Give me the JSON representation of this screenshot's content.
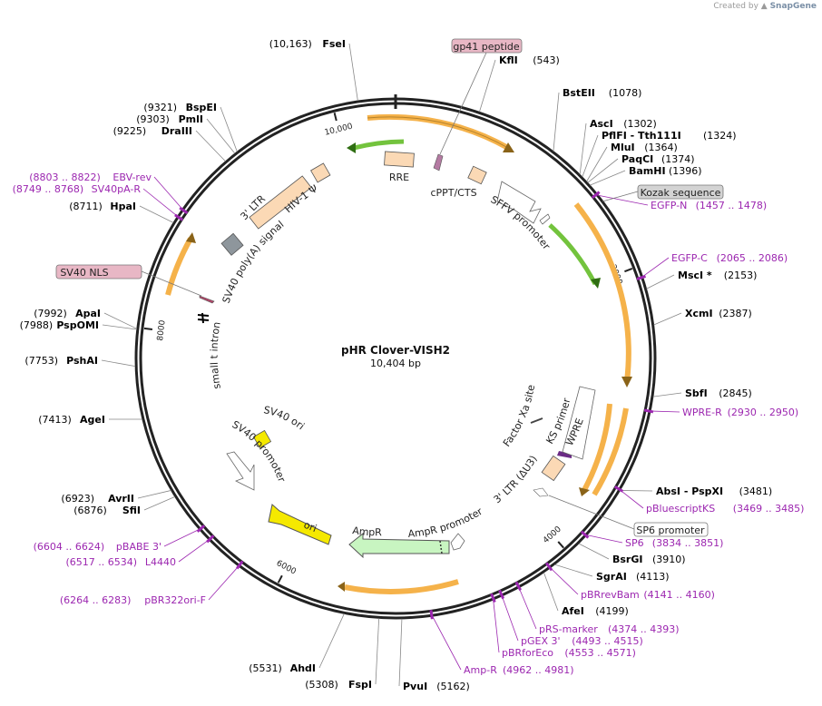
{
  "plasmid": {
    "name": "pHR Clover-VISH2",
    "length_label": "10,404 bp",
    "total_bp": 10404
  },
  "watermark": {
    "prefix": "Created by",
    "brand": "SnapGene"
  },
  "colors": {
    "ring": "#222222",
    "label_site": "#000000",
    "label_primer": "#9c27b0",
    "orange_arrow": "#f5b24a",
    "green_arrow": "#73c33d",
    "ltr_fill": "#fbd9b5",
    "ori_fill": "#f5e900",
    "ampr_fill": "#c8f5c1",
    "sv40ori_fill": "#f5e900",
    "gray_feature": "#8e969c",
    "tag_fill": "#e8b7c5",
    "kozak_fill": "#d3d3d3"
  },
  "ticks": [
    {
      "bp": 10000,
      "label": "10,000"
    },
    {
      "bp": 2000,
      "label": "2000"
    },
    {
      "bp": 4000,
      "label": "4000"
    },
    {
      "bp": 6000,
      "label": "6000"
    },
    {
      "bp": 8000,
      "label": "8000"
    }
  ],
  "sites": [
    {
      "name": "FseI",
      "pos": "(10,163)",
      "bp": 10163,
      "side": "left"
    },
    {
      "name": "KflI",
      "pos": "(543)",
      "bp": 543,
      "side": "right"
    },
    {
      "name": "BstEII",
      "pos": "(1078)",
      "bp": 1078,
      "side": "right"
    },
    {
      "name": "AscI",
      "pos": "(1302)",
      "bp": 1302,
      "side": "right"
    },
    {
      "name": "PflFI - Tth111I",
      "pos": "(1324)",
      "bp": 1324,
      "side": "right"
    },
    {
      "name": "MluI",
      "pos": "(1364)",
      "bp": 1364,
      "side": "right"
    },
    {
      "name": "PaqCI",
      "pos": "(1374)",
      "bp": 1374,
      "side": "right"
    },
    {
      "name": "BamHI",
      "pos": "(1396)",
      "bp": 1396,
      "side": "right"
    },
    {
      "name": "MscI *",
      "pos": "(2153)",
      "bp": 2153,
      "side": "right"
    },
    {
      "name": "XcmI",
      "pos": "(2387)",
      "bp": 2387,
      "side": "right"
    },
    {
      "name": "SbfI",
      "pos": "(2845)",
      "bp": 2845,
      "side": "right"
    },
    {
      "name": "AbsI - PspXI",
      "pos": "(3481)",
      "bp": 3481,
      "side": "right"
    },
    {
      "name": "BsrGI",
      "pos": "(3910)",
      "bp": 3910,
      "side": "right"
    },
    {
      "name": "SgrAI",
      "pos": "(4113)",
      "bp": 4113,
      "side": "right"
    },
    {
      "name": "AfeI",
      "pos": "(4199)",
      "bp": 4199,
      "side": "right"
    },
    {
      "name": "PvuI",
      "pos": "(5162)",
      "bp": 5162,
      "side": "right"
    },
    {
      "name": "FspI",
      "pos": "(5308)",
      "bp": 5308,
      "side": "left"
    },
    {
      "name": "AhdI",
      "pos": "(5531)",
      "bp": 5531,
      "side": "left"
    },
    {
      "name": "SfiI",
      "pos": "(6876)",
      "bp": 6876,
      "side": "left"
    },
    {
      "name": "AvrII",
      "pos": "(6923)",
      "bp": 6923,
      "side": "left"
    },
    {
      "name": "AgeI",
      "pos": "(7413)",
      "bp": 7413,
      "side": "left"
    },
    {
      "name": "PshAI",
      "pos": "(7753)",
      "bp": 7753,
      "side": "left"
    },
    {
      "name": "PspOMI",
      "pos": "(7988)",
      "bp": 7988,
      "side": "left"
    },
    {
      "name": "ApaI",
      "pos": "(7992)",
      "bp": 7992,
      "side": "left"
    },
    {
      "name": "HpaI",
      "pos": "(8711)",
      "bp": 8711,
      "side": "left"
    },
    {
      "name": "DraIII",
      "pos": "(9225)",
      "bp": 9225,
      "side": "left"
    },
    {
      "name": "PmlI",
      "pos": "(9303)",
      "bp": 9303,
      "side": "left"
    },
    {
      "name": "BspEI",
      "pos": "(9321)",
      "bp": 9321,
      "side": "left"
    }
  ],
  "primers": [
    {
      "name": "EGFP-N",
      "pos": "(1457 .. 1478)",
      "side": "right"
    },
    {
      "name": "EGFP-C",
      "pos": "(2065 .. 2086)",
      "side": "right"
    },
    {
      "name": "WPRE-R",
      "pos": "(2930 .. 2950)",
      "side": "right"
    },
    {
      "name": "pBluescriptKS",
      "pos": "(3469 .. 3485)",
      "side": "right"
    },
    {
      "name": "SP6",
      "pos": "(3834 .. 3851)",
      "side": "right"
    },
    {
      "name": "pBRrevBam",
      "pos": "(4141 .. 4160)",
      "side": "right"
    },
    {
      "name": "pRS-marker",
      "pos": "(4374 .. 4393)",
      "side": "right"
    },
    {
      "name": "pGEX 3'",
      "pos": "(4493 .. 4515)",
      "side": "right"
    },
    {
      "name": "pBRforEco",
      "pos": "(4553 .. 4571)",
      "side": "right"
    },
    {
      "name": "Amp-R",
      "pos": "(4962 .. 4981)",
      "side": "right"
    },
    {
      "name": "pBR322ori-F",
      "pos": "(6264 .. 6283)",
      "side": "left"
    },
    {
      "name": "L4440",
      "pos": "(6517 .. 6534)",
      "side": "left"
    },
    {
      "name": "pBABE 3'",
      "pos": "(6604 .. 6624)",
      "side": "left"
    },
    {
      "name": "SV40pA-R",
      "pos": "(8749 .. 8768)",
      "side": "left"
    },
    {
      "name": "EBV-rev",
      "pos": "(8803 .. 8822)",
      "side": "left"
    }
  ],
  "boxed_labels": {
    "gp41": "gp41 peptide",
    "kozak": "Kozak sequence",
    "sv40nls": "SV40 NLS",
    "sp6promoter": "SP6 promoter"
  },
  "feature_labels": {
    "rre": "RRE",
    "cppt": "cPPT/CTS",
    "sffv": "SFFV promoter",
    "ltr5": "3' LTR",
    "hiv": "HIV-1 Ψ",
    "sv40polya": "SV40 poly(A) signal",
    "small_t": "small t intron",
    "sv40ori": "SV40 ori",
    "sv40promoter": "SV40 promoter",
    "ori": "ori",
    "ampr": "AmpR",
    "ampr_promoter": "AmpR promoter",
    "ltr3": "3' LTR (ΔU3)",
    "factor_xa": "Factor Xa site",
    "ks_primer": "KS primer",
    "wpre": "WPRE"
  }
}
